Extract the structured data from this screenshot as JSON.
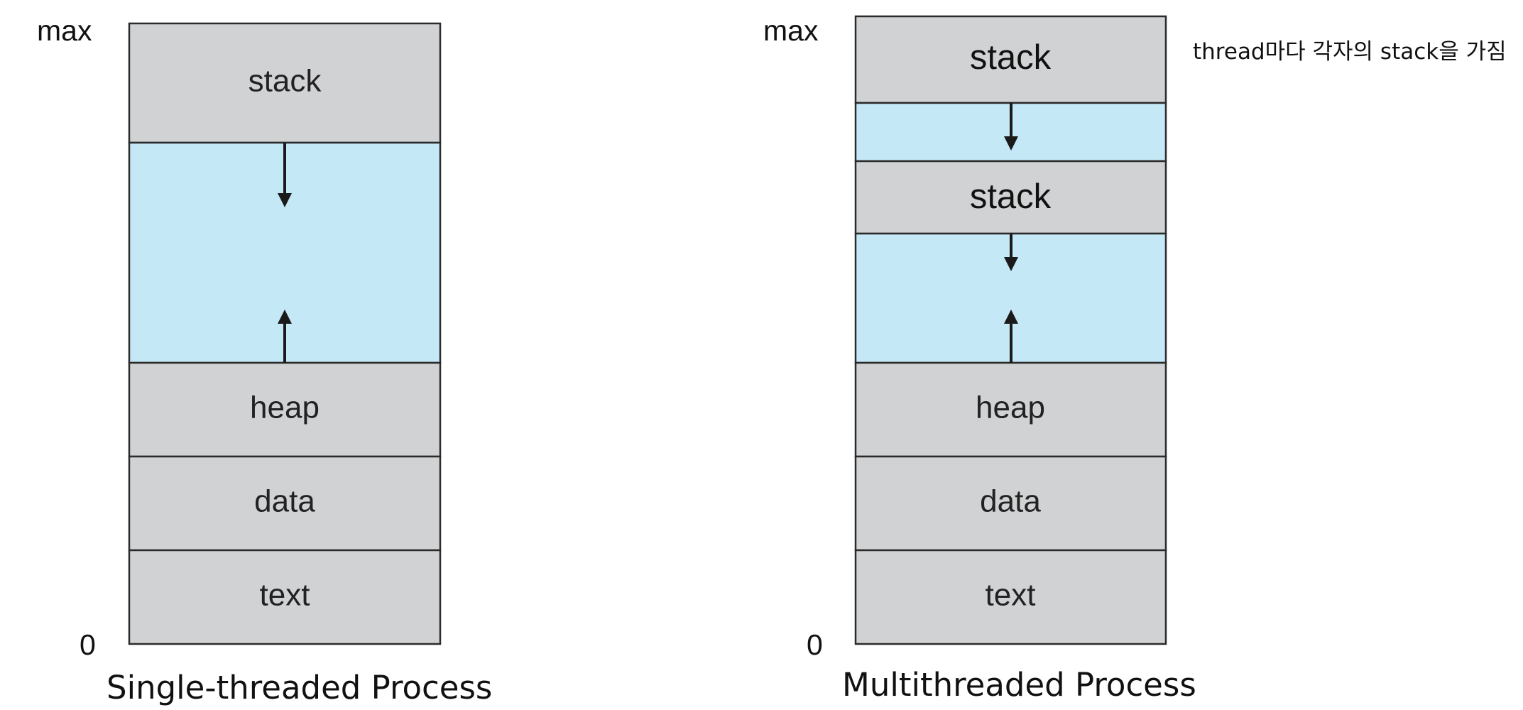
{
  "colors": {
    "segment_fill": "#d1d2d4",
    "free_fill": "#c5e8f7",
    "border": "#2b2b2b",
    "arrow": "#1a1a1a"
  },
  "single": {
    "max_label": "max",
    "zero_label": "0",
    "caption": "Single-threaded Process",
    "stack_label": "stack",
    "heap_label": "heap",
    "data_label": "data",
    "text_label": "text"
  },
  "multi": {
    "max_label": "max",
    "zero_label": "0",
    "caption": "Multithreaded Process",
    "stack1_label": "stack",
    "stack2_label": "stack",
    "heap_label": "heap",
    "data_label": "data",
    "text_label": "text",
    "note": "thread마다 각자의 stack을 가짐"
  }
}
